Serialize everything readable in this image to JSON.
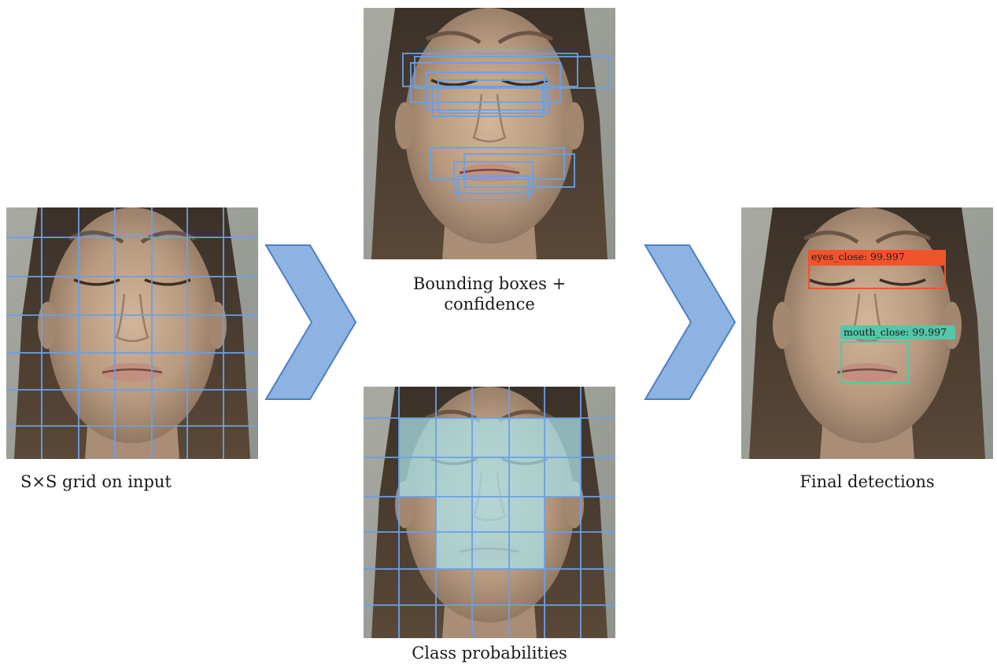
{
  "captions": {
    "grid": "S×S grid on input",
    "boxes_line1": "Bounding boxes +",
    "boxes_line2": "confidence",
    "classes": "Class probabilities",
    "final": "Final detections"
  },
  "detections": [
    {
      "label": "eyes_close: 99.997",
      "color": "#f0542c"
    },
    {
      "label": "mouth_close: 99.997",
      "color": "#55c6a8"
    }
  ],
  "colors": {
    "grid_line": "#6aa0e6",
    "arrow_fill": "#8db3e2",
    "arrow_stroke": "#4f7fbf",
    "class_tint": "#a9e0e6"
  },
  "icons": {
    "arrow": "chevron-right-arrow"
  }
}
